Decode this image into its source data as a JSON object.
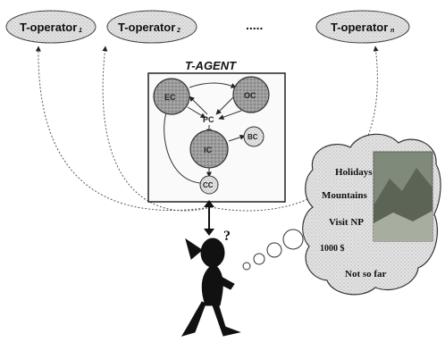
{
  "operators": [
    {
      "label": "T-operator",
      "sub": "1"
    },
    {
      "label": "T-operator",
      "sub": "2"
    },
    {
      "label": "T-operator",
      "sub": "n"
    }
  ],
  "ellipsis": ".....",
  "agent": {
    "title": "T-AGENT",
    "nodes": {
      "ec": "EC",
      "oc": "OC",
      "pc": "PC",
      "ic": "IC",
      "bc": "BC",
      "cc": "CC"
    }
  },
  "thought": {
    "items": [
      "Holidays",
      "Mountains",
      "Visit NP",
      "1000 $",
      "Not so far"
    ]
  },
  "person": {
    "question": "?"
  },
  "colors": {
    "node_fill": "#9a9a9a",
    "bubble_fill": "#dcdcdc",
    "photo_fill": "#7f8a7a"
  }
}
